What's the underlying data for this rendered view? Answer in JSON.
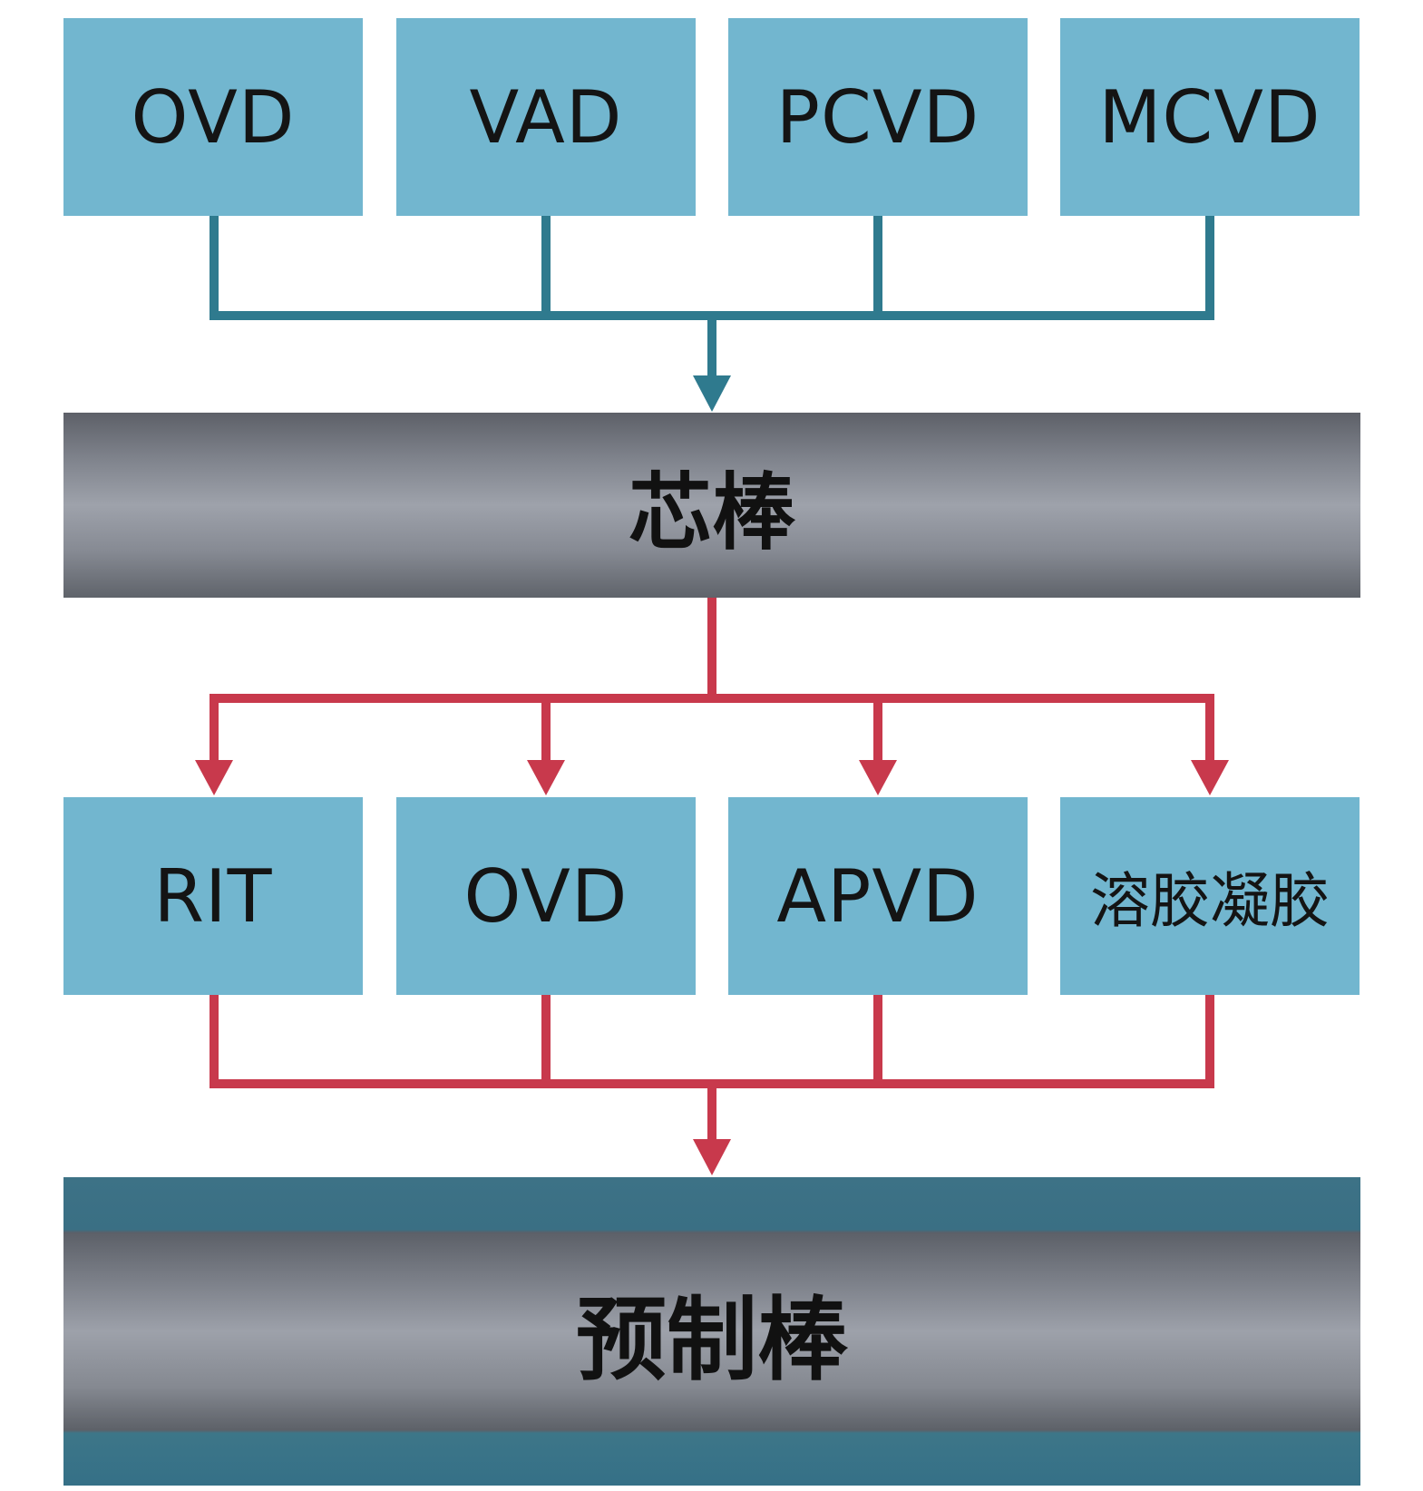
{
  "top_methods": [
    "OVD",
    "VAD",
    "PCVD",
    "MCVD"
  ],
  "core_rod": "芯棒",
  "bottom_methods": [
    "RIT",
    "OVD",
    "APVD",
    "溶胶凝胶"
  ],
  "preform": "预制棒",
  "colors": {
    "box_fill": "#72b6cf",
    "top_connector": "#2f7a8e",
    "bottom_connector": "#c8394c"
  }
}
